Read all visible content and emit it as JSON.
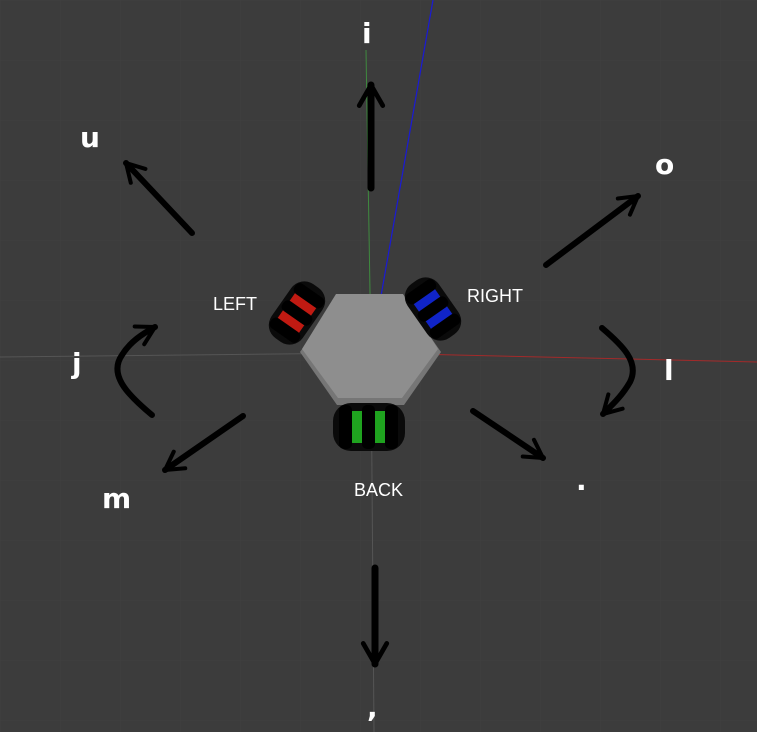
{
  "colors": {
    "background": "#3c3c3c",
    "grid": "#4a4a4a",
    "axis_x": "#b02a2a",
    "axis_y": "#3f8a3f",
    "axis_z": "#1a1ad6",
    "body": "#8e8e8e",
    "arrow": "#000000",
    "label": "#ffffff",
    "wheel_left": "#c01a12",
    "wheel_right": "#1024c8",
    "wheel_back": "#1fa31f"
  },
  "keys": {
    "forward": "i",
    "forward_left": "u",
    "forward_right": "o",
    "rotate_left": "j",
    "rotate_right": "l",
    "back_left": "m",
    "back": ",",
    "back_right": "."
  },
  "wheels": {
    "left": "LEFT",
    "right": "RIGHT",
    "back": "BACK"
  },
  "icons": {
    "robot": "omni-wheel-robot-icon",
    "arrow": "arrow-icon"
  }
}
